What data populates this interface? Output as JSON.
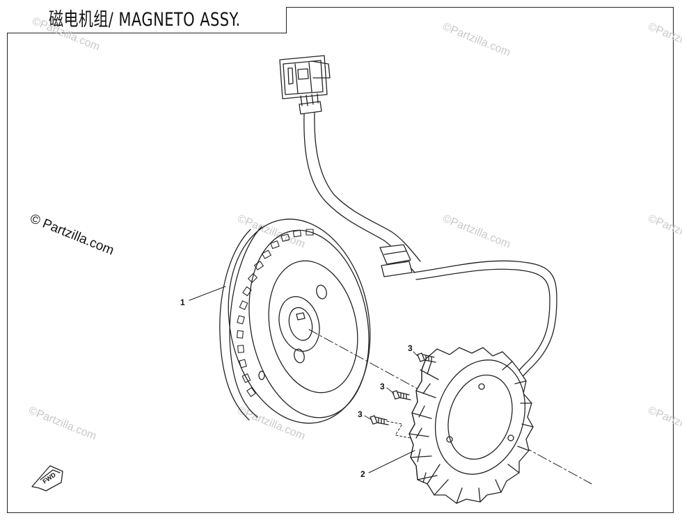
{
  "title": "磁电机组/ MAGNETO ASSY.",
  "watermark_main": "© Partzilla.com",
  "watermark": "©Partzilla.com",
  "callouts": {
    "flywheel": "1",
    "stator": "2",
    "screw_top": "3",
    "screw_mid": "3",
    "screw_low": "3"
  },
  "fwd_label": "FWD"
}
